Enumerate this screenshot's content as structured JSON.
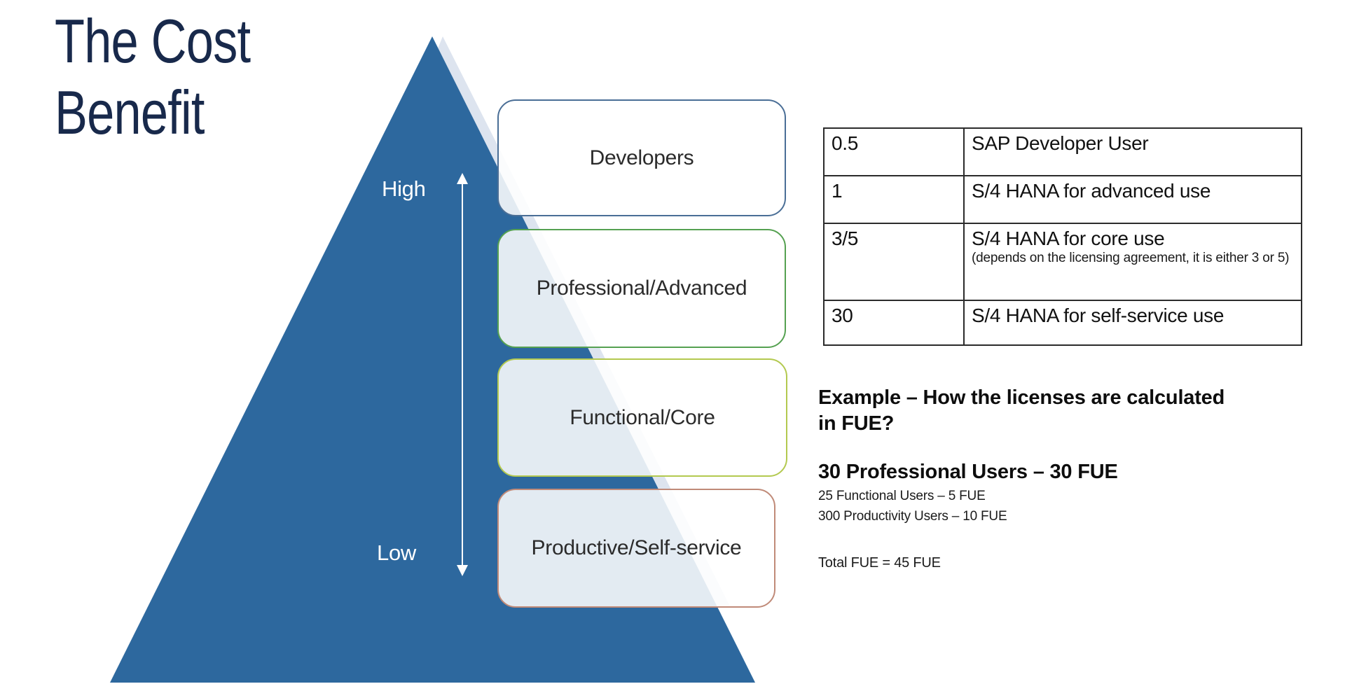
{
  "title": {
    "line1": "The Cost",
    "line2": "Benefit"
  },
  "pyramid": {
    "high_label": "High",
    "low_label": "Low",
    "colors": {
      "dark_triangle": "#2d689e",
      "light_triangle": "#dde4ef"
    },
    "levels": [
      {
        "label": "Developers",
        "border_color": "#4a6e96"
      },
      {
        "label": "Professional/Advanced",
        "border_color": "#55a151"
      },
      {
        "label": "Functional/Core",
        "border_color": "#b3c94f"
      },
      {
        "label": "Productive/Self-service",
        "border_color": "#c08a78"
      }
    ]
  },
  "fue_table": {
    "rows": [
      {
        "value": "0.5",
        "description": "SAP Developer User",
        "note": ""
      },
      {
        "value": "1",
        "description": "S/4 HANA for advanced use",
        "note": ""
      },
      {
        "value": "3/5",
        "description": "S/4 HANA for core use",
        "note": "(depends on the licensing agreement, it is either 3 or 5)"
      },
      {
        "value": "30",
        "description": "S/4 HANA for self-service use",
        "note": ""
      }
    ]
  },
  "example": {
    "heading_line1": "Example – How the licenses are calculated",
    "heading_line2": "in FUE?",
    "bold_line": "30 Professional Users – 30 FUE",
    "detail_line1": "25 Functional Users – 5 FUE",
    "detail_line2": "300 Productivity Users – 10 FUE",
    "total_line": "Total FUE = 45 FUE"
  }
}
